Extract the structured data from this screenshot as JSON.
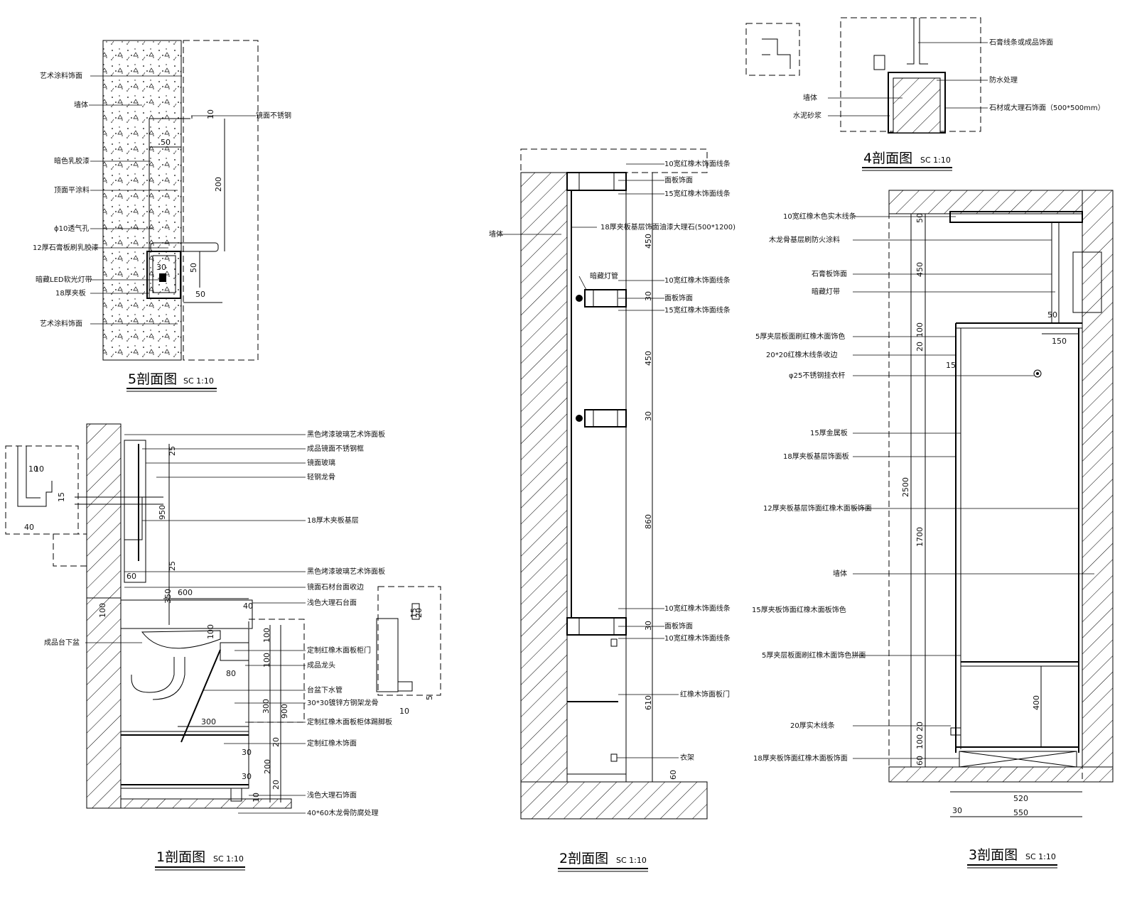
{
  "sections": {
    "s5": {
      "title": "5剖面图",
      "scale": "SC 1:10",
      "labels": [
        "艺术涂料饰面",
        "墙体",
        "镜面不锈钢",
        "暗色乳胶漆",
        "顶面平涂料",
        "ϕ10透气孔",
        "12厚石膏板刷乳胶漆",
        "暗藏LED软光灯带",
        "18厚夹板",
        "艺术涂料饰面"
      ],
      "dims": [
        "10",
        "50",
        "200",
        "30",
        "50",
        "50"
      ]
    },
    "s4": {
      "title": "4剖面图",
      "scale": "SC 1:10",
      "labels": [
        "石膏线条或成品饰面",
        "防水处理",
        "墙体",
        "水泥砂浆",
        "石材或大理石饰面（500*500mm）"
      ]
    },
    "s1": {
      "title": "1剖面图",
      "scale": "SC 1:10",
      "labels": [
        "黑色烤漆玻璃艺术饰面板",
        "成品镜面不锈钢框",
        "镜面玻璃",
        "轻钢龙骨",
        "18厚木夹板基层",
        "黑色烤漆玻璃艺术饰面板",
        "镜面石材台面收边",
        "浅色大理石台面",
        "成品台下盆",
        "定制红橡木面板柜门",
        "成品龙头",
        "台盆下水管",
        "30*30镀锌方钢架龙骨",
        "定制红橡木面板柜体踢脚板",
        "定制红橡木饰面",
        "浅色大理石饰面",
        "40*60木龙骨防腐处理"
      ],
      "dims": [
        "10",
        "10",
        "15",
        "40",
        "25",
        "950",
        "25",
        "60",
        "600",
        "100",
        "100",
        "350",
        "40",
        "100",
        "100",
        "300",
        "80",
        "300",
        "900",
        "30",
        "200",
        "20",
        "30",
        "20",
        "20",
        "15",
        "5",
        "10",
        "10"
      ]
    },
    "s2": {
      "title": "2剖面图",
      "scale": "SC 1:10",
      "labels": [
        "10宽红橡木饰面线条",
        "面板饰面",
        "15宽红橡木饰面线条",
        "墙体",
        "18厚夹板基层饰面油漆大理石(500*1200)",
        "暗藏灯管",
        "10宽红橡木饰面线条",
        "面板饰面",
        "15宽红橡木饰面线条",
        "10宽红橡木饰面线条",
        "面板饰面",
        "10宽红橡木饰面线条",
        "红橡木饰面板门",
        "衣架"
      ],
      "dims": [
        "450",
        "30",
        "450",
        "30",
        "860",
        "30",
        "610",
        "60"
      ]
    },
    "s3": {
      "title": "3剖面图",
      "scale": "SC 1:10",
      "labels": [
        "10宽红橡木色实木线条",
        "木龙骨基层刷防火涂料",
        "石膏板饰面",
        "暗藏灯带",
        "5厚夹层板面刷红橡木面饰色",
        "20*20红橡木线条收边",
        "φ25不锈钢挂衣杆",
        "15厚金属板",
        "18厚夹板基层饰面板",
        "12厚夹板基层饰面红橡木面板饰面",
        "墙体",
        "15厚夹板饰面红橡木面板饰色",
        "5厚夹层板面刷红橡木面饰色拼面",
        "20厚实木线条",
        "18厚夹板饰面红橡木面板饰面"
      ],
      "dims": [
        "50",
        "450",
        "50",
        "100",
        "20",
        "15",
        "150",
        "2500",
        "1700",
        "400",
        "20",
        "100",
        "60",
        "520",
        "30",
        "550"
      ]
    }
  }
}
